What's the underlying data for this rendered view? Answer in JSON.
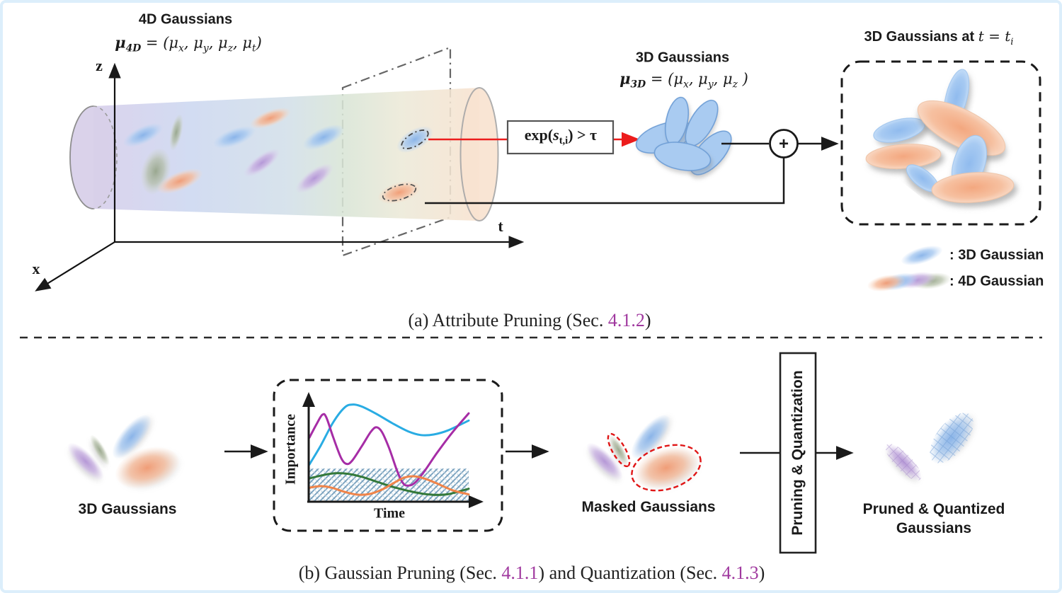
{
  "palette": {
    "page_border": "#dceefb",
    "wire_black": "#1a1a1a",
    "wire_red": "#ec1c1c",
    "link_purple": "#a0399f",
    "gaussian_blue": "#a6c8f0",
    "gaussian_orange": "#f5bb9b",
    "gaussian_purple": "#c9b2e2",
    "gaussian_green": "#b1bca4"
  },
  "part_a": {
    "title_4d": "4D Gaussians",
    "formula_4d": [
      "μ",
      "4D",
      " = (",
      "μ",
      "x",
      ", μ",
      "y",
      ", μ",
      "z",
      ", μ",
      "t",
      ")"
    ],
    "axis_z": "z",
    "axis_x": "x",
    "axis_t": "t",
    "exp_formula": [
      "exp(",
      "s",
      "t,i",
      ") > τ"
    ],
    "title_3d": "3D Gaussians",
    "formula_3d": [
      "μ",
      "3D",
      " = (",
      "μ",
      "x",
      ", μ",
      "y",
      ", μ",
      "z",
      " )"
    ],
    "slice_title_text": "3D Gaussians at ",
    "slice_title_math": "t = t",
    "slice_title_sub": "i",
    "plus_label": "+",
    "legend_3d": ": 3D Gaussian",
    "legend_4d": ": 4D Gaussian",
    "caption": [
      "(a) Attribute Pruning (Sec. ",
      "4.1.2",
      ")"
    ]
  },
  "part_b": {
    "label_3d": "3D Gaussians",
    "label_masked": "Masked Gaussians",
    "pruning_box": "Pruning & Quantization",
    "label_pruned_1": "Pruned & Quantized",
    "label_pruned_2": "Gaussians",
    "caption": [
      "(b) Gaussian Pruning (Sec. ",
      "4.1.1",
      ") and Quantization (Sec. ",
      "4.1.3",
      ")"
    ]
  },
  "importance_chart": {
    "type": "line",
    "xlabel": "Time",
    "ylabel": "Importance",
    "x_range": [
      0,
      1
    ],
    "y_range": [
      0,
      1
    ],
    "grid": false,
    "threshold_band": {
      "from": 0,
      "to": 0.3
    },
    "series": [
      {
        "name": "blue",
        "color": "#29ace3",
        "points": [
          [
            0,
            0.34
          ],
          [
            0.07,
            0.52
          ],
          [
            0.15,
            0.75
          ],
          [
            0.22,
            0.89
          ],
          [
            0.27,
            0.92
          ],
          [
            0.33,
            0.9
          ],
          [
            0.42,
            0.83
          ],
          [
            0.52,
            0.74
          ],
          [
            0.62,
            0.66
          ],
          [
            0.7,
            0.625
          ],
          [
            0.78,
            0.63
          ],
          [
            0.87,
            0.67
          ],
          [
            1,
            0.765
          ]
        ]
      },
      {
        "name": "purple",
        "color": "#a62da6",
        "points": [
          [
            0,
            0.6
          ],
          [
            0.045,
            0.73
          ],
          [
            0.08,
            0.82
          ],
          [
            0.105,
            0.8
          ],
          [
            0.15,
            0.6
          ],
          [
            0.2,
            0.4
          ],
          [
            0.235,
            0.345
          ],
          [
            0.27,
            0.38
          ],
          [
            0.33,
            0.52
          ],
          [
            0.385,
            0.655
          ],
          [
            0.42,
            0.7
          ],
          [
            0.455,
            0.655
          ],
          [
            0.5,
            0.5
          ],
          [
            0.55,
            0.28
          ],
          [
            0.585,
            0.165
          ],
          [
            0.615,
            0.135
          ],
          [
            0.66,
            0.16
          ],
          [
            0.72,
            0.27
          ],
          [
            0.8,
            0.45
          ],
          [
            0.9,
            0.655
          ],
          [
            1,
            0.835
          ]
        ]
      },
      {
        "name": "green",
        "color": "#34793a",
        "points": [
          [
            0,
            0.205
          ],
          [
            0.08,
            0.235
          ],
          [
            0.16,
            0.255
          ],
          [
            0.24,
            0.25
          ],
          [
            0.33,
            0.22
          ],
          [
            0.42,
            0.175
          ],
          [
            0.52,
            0.125
          ],
          [
            0.62,
            0.085
          ],
          [
            0.72,
            0.055
          ],
          [
            0.8,
            0.045
          ],
          [
            0.88,
            0.055
          ],
          [
            1,
            0.105
          ]
        ]
      },
      {
        "name": "orange",
        "color": "#f08449",
        "points": [
          [
            0,
            0.115
          ],
          [
            0.07,
            0.13
          ],
          [
            0.14,
            0.115
          ],
          [
            0.22,
            0.075
          ],
          [
            0.3,
            0.048
          ],
          [
            0.38,
            0.055
          ],
          [
            0.46,
            0.1
          ],
          [
            0.54,
            0.17
          ],
          [
            0.6,
            0.215
          ],
          [
            0.66,
            0.225
          ],
          [
            0.73,
            0.2
          ],
          [
            0.81,
            0.15
          ],
          [
            0.9,
            0.09
          ],
          [
            1,
            0.05
          ]
        ]
      }
    ]
  }
}
